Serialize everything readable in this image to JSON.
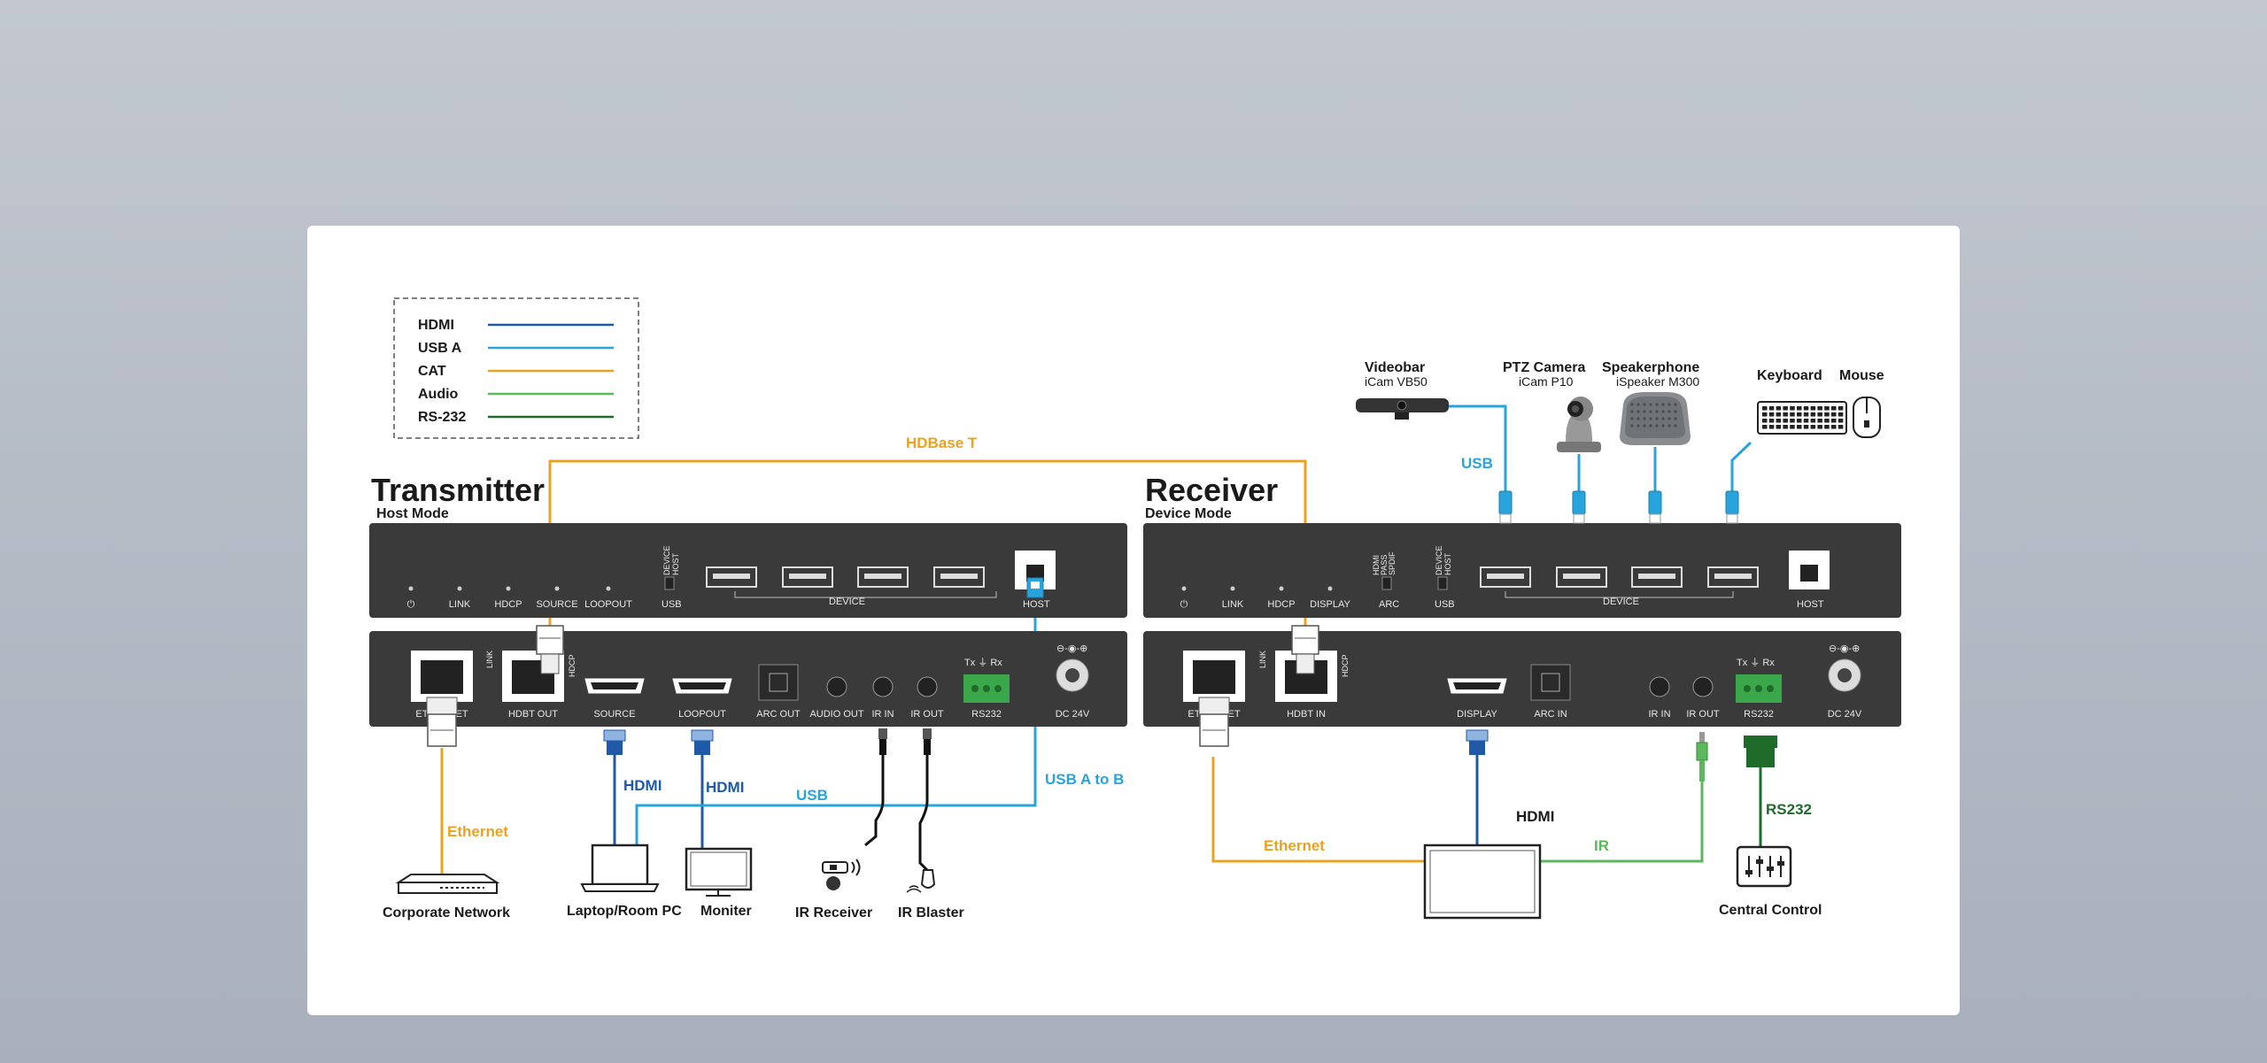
{
  "legend": [
    {
      "label": "HDMI",
      "color": "#1f5aa8"
    },
    {
      "label": "USB A",
      "color": "#29a3dc"
    },
    {
      "label": "CAT",
      "color": "#e9a31f"
    },
    {
      "label": "Audio",
      "color": "#5cb85c"
    },
    {
      "label": "RS-232",
      "color": "#1e6b2a"
    }
  ],
  "transmitter": {
    "title": "Transmitter",
    "mode": "Host Mode",
    "front_leds": [
      "⏻",
      "LINK",
      "HDCP",
      "SOURCE",
      "LOOPOUT"
    ],
    "usb_switch": [
      "DEVICE",
      "HOST"
    ],
    "usb_label": "USB",
    "device_label": "DEVICE",
    "host_label": "HOST",
    "rear_ports": [
      "ETHERNET",
      "HDBT OUT",
      "SOURCE",
      "LOOPOUT",
      "ARC OUT",
      "AUDIO OUT",
      "IR IN",
      "IR OUT",
      "RS232",
      "DC 24V"
    ],
    "link_label": "LINK",
    "hdcp_label": "HDCP",
    "rs232_pins": "Tx ⏚ Rx"
  },
  "receiver": {
    "title": "Receiver",
    "mode": "Device Mode",
    "front_leds": [
      "⏻",
      "LINK",
      "HDCP",
      "DISPLAY"
    ],
    "arc_switch": [
      "HDMI",
      "PASS",
      "SPDIF"
    ],
    "arc_label": "ARC",
    "usb_switch": [
      "DEVICE",
      "HOST"
    ],
    "usb_label": "USB",
    "device_label": "DEVICE",
    "host_label": "HOST",
    "rear_ports": [
      "ETHERNET",
      "HDBT IN",
      "DISPLAY",
      "ARC IN",
      "IR IN",
      "IR OUT",
      "RS232",
      "DC 24V"
    ],
    "link_label": "LINK",
    "hdcp_label": "HDCP",
    "rs232_pins": "Tx ⏚ Rx"
  },
  "connections": {
    "hdbaset": "HDBase T",
    "ethernet_tx": "Ethernet",
    "hdmi_1": "HDMI",
    "hdmi_2": "HDMI",
    "usb": "USB",
    "usb_a_to_b": "USB A to B",
    "usb_top": "USB",
    "ethernet_rx": "Ethernet",
    "hdmi_rx": "HDMI",
    "ir": "IR",
    "rs232": "RS232"
  },
  "devices": {
    "corporate_network": "Corporate Network",
    "laptop": "Laptop/Room PC",
    "monitor": "Moniter",
    "ir_receiver": "IR Receiver",
    "ir_blaster": "IR Blaster",
    "central_control": "Central Control",
    "videobar": {
      "name": "Videobar",
      "model": "iCam VB50"
    },
    "ptz_camera": {
      "name": "PTZ Camera",
      "model": "iCam P10"
    },
    "speakerphone": {
      "name": "Speakerphone",
      "model": "iSpeaker M300"
    },
    "keyboard": "Keyboard",
    "mouse": "Mouse"
  }
}
